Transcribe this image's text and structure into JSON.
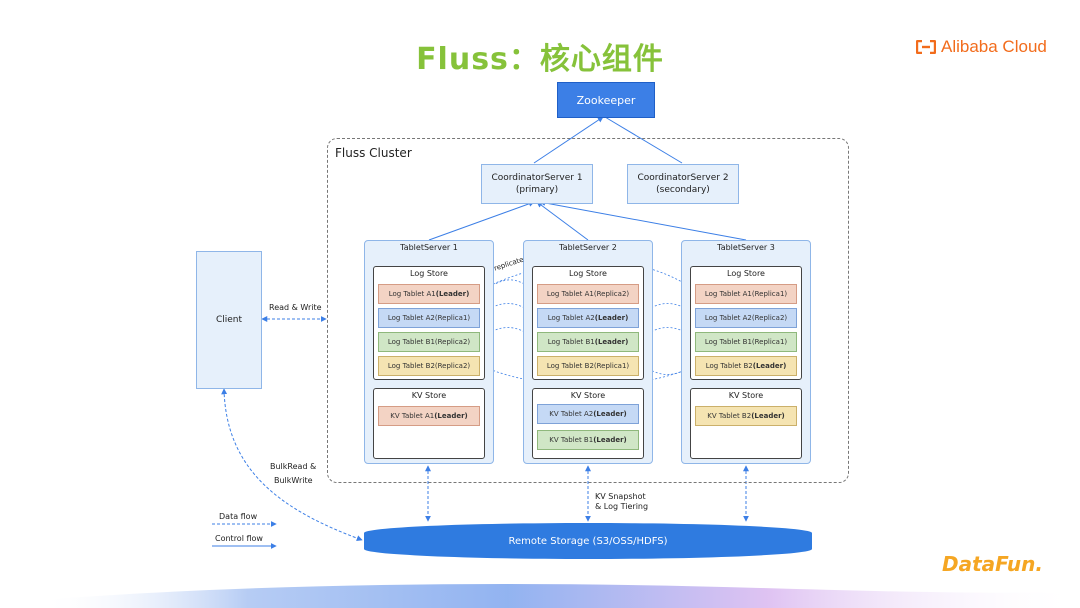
{
  "header": {
    "title": "Fluss：核心组件",
    "brand": "Alibaba Cloud"
  },
  "zookeeper": {
    "label": "Zookeeper"
  },
  "cluster": {
    "label": "Fluss Cluster"
  },
  "coordinators": [
    {
      "line1": "CoordinatorServer 1",
      "line2": "(primary)"
    },
    {
      "line1": "CoordinatorServer 2",
      "line2": "(secondary)"
    }
  ],
  "servers": [
    {
      "title": "TabletServer 1",
      "log_store": "Log Store",
      "kv_store": "KV Store",
      "log": [
        {
          "name": "Log Tablet A1 ",
          "role": "(Leader)",
          "leader": true
        },
        {
          "name": "Log Tablet A2 ",
          "role": "(Replica1)",
          "leader": false
        },
        {
          "name": "Log Tablet B1 ",
          "role": "(Replica2)",
          "leader": false
        },
        {
          "name": "Log Tablet B2 ",
          "role": "(Replica2)",
          "leader": false
        }
      ],
      "kv": [
        {
          "name": "KV Tablet A1 ",
          "role": "(Leader)",
          "leader": true
        }
      ]
    },
    {
      "title": "TabletServer 2",
      "log_store": "Log Store",
      "kv_store": "KV Store",
      "log": [
        {
          "name": "Log Tablet A1 ",
          "role": "(Replica2)",
          "leader": false
        },
        {
          "name": "Log Tablet A2 ",
          "role": "(Leader)",
          "leader": true
        },
        {
          "name": "Log Tablet B1 ",
          "role": "(Leader)",
          "leader": true
        },
        {
          "name": "Log Tablet B2 ",
          "role": "(Replica1)",
          "leader": false
        }
      ],
      "kv": [
        {
          "name": "KV Tablet A2 ",
          "role": "(Leader)",
          "leader": true
        },
        {
          "name": "KV Tablet B1 ",
          "role": "(Leader)",
          "leader": true
        }
      ]
    },
    {
      "title": "TabletServer 3",
      "log_store": "Log Store",
      "kv_store": "KV Store",
      "log": [
        {
          "name": "Log Tablet A1 ",
          "role": "(Replica1)",
          "leader": false
        },
        {
          "name": "Log Tablet A2 ",
          "role": "(Replica2)",
          "leader": false
        },
        {
          "name": "Log Tablet B1 ",
          "role": "(Replica1)",
          "leader": false
        },
        {
          "name": "Log Tablet B2 ",
          "role": "(Leader)",
          "leader": true
        }
      ],
      "kv": [
        {
          "name": "KV Tablet B2 ",
          "role": "(Leader)",
          "leader": true
        }
      ]
    }
  ],
  "client": {
    "label": "Client"
  },
  "labels": {
    "read_write": "Read & Write",
    "replicate": "replicate",
    "bulk_line1": "BulkRead &",
    "bulk_line2": "BulkWrite",
    "snapshot_line1": "KV Snapshot",
    "snapshot_line2": "& Log Tiering"
  },
  "legend": {
    "data_flow": "Data flow",
    "control_flow": "Control flow"
  },
  "storage": {
    "label": "Remote Storage (S3/OSS/HDFS)"
  },
  "footer": {
    "logo": "DataFun."
  },
  "colors": {
    "title": "#86c23a",
    "brand": "#f26c1c",
    "primary_blue": "#3c7fe6",
    "light_box": "#e6f0fb",
    "tablet_red": "#f3d3c4",
    "tablet_blue": "#c5d9f5",
    "tablet_green": "#d0e6c6",
    "tablet_yellow": "#f5e4b2"
  }
}
